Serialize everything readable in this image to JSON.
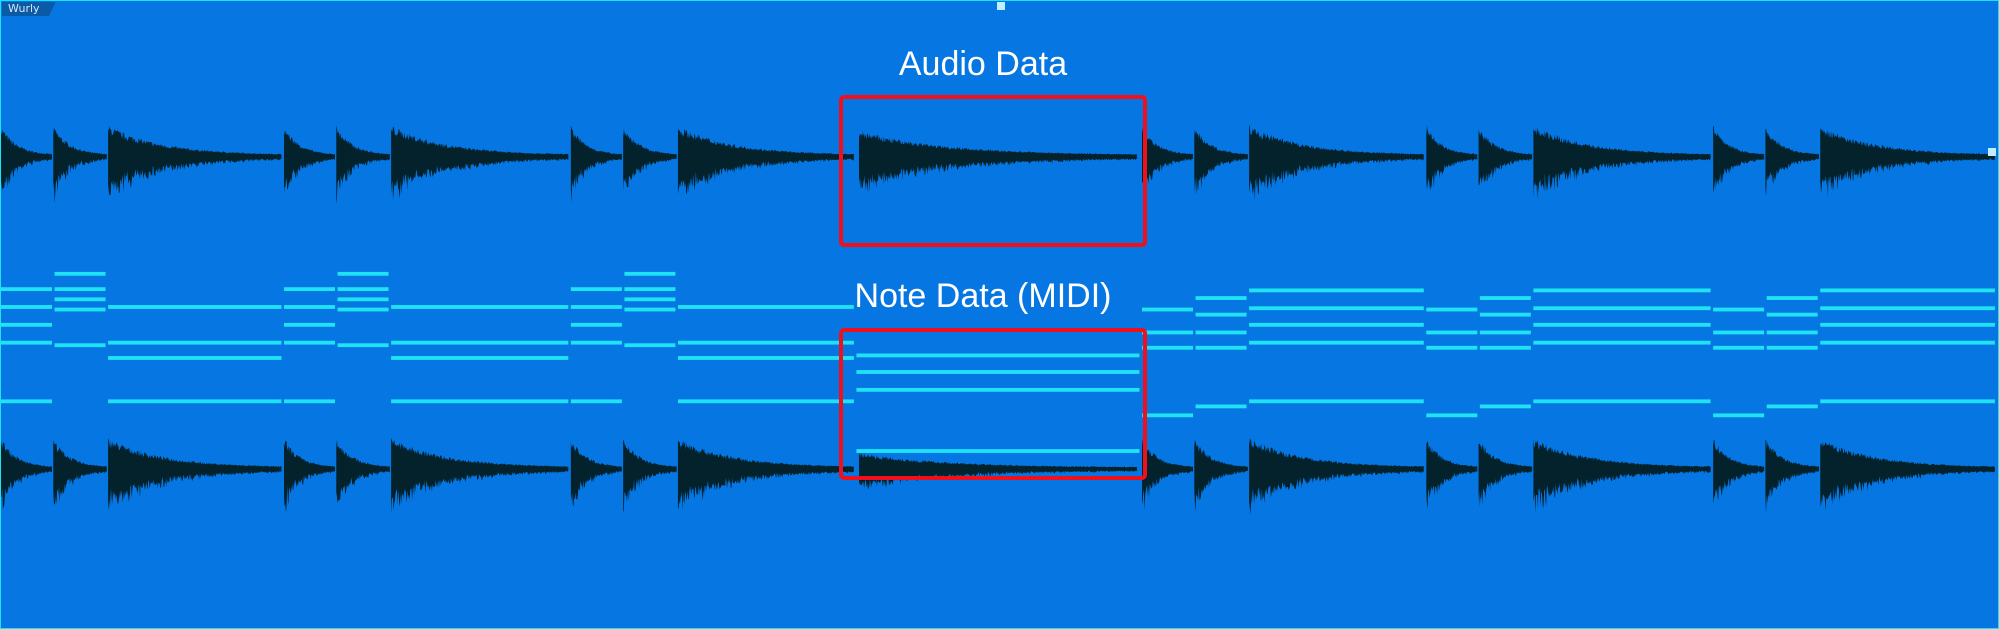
{
  "clip": {
    "name": "Wurly"
  },
  "annotations": {
    "audio_label": "Audio Data",
    "note_label": "Note Data (MIDI)"
  },
  "colors": {
    "background": "#0676e3",
    "waveform": "#03222b",
    "note": "#1fe3f5",
    "highlight": "#f0101c",
    "border": "#1fe3f5"
  }
}
